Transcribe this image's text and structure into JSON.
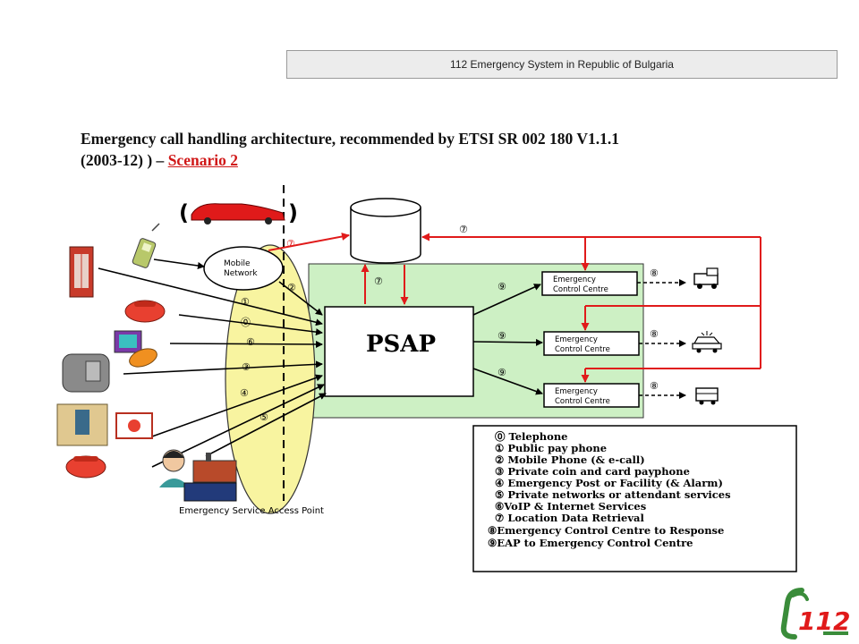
{
  "header": {
    "title": "112 Emergency System in Republic of Bulgaria"
  },
  "slide": {
    "title_part1": "Emergency call handling architecture, recommended by ETSI SR 002 180 V1.1.1",
    "title_part2": "(2003-12) ) – ",
    "title_link": "Scenario 2"
  },
  "diagram": {
    "mobile_network_line1": "Mobile",
    "mobile_network_line2": "Network",
    "psap_label": "PSAP",
    "ecc_line1": "Emergency",
    "ecc_line2": "Control Centre",
    "esap_label": "Emergency Service Access Point",
    "ellipse_markers": [
      "①",
      "⓪",
      "⑥",
      "③",
      "④",
      "⑤"
    ],
    "mobile_marker": "②",
    "location_marker": "⑦",
    "eap_marker": "⑨",
    "response_marker": "⑧"
  },
  "legend": {
    "items": [
      "⓪ Telephone",
      "① Public pay phone",
      "② Mobile Phone (& e-call)",
      "③ Private coin and card payphone",
      "④ Emergency Post or Facility (& Alarm)",
      "⑤ Private networks or attendant services",
      "⑥VoIP & Internet Services",
      "⑦ Location Data Retrieval",
      "⑧Emergency Control Centre to Response",
      "⑨EAP to Emergency Control Centre"
    ]
  },
  "logo": {
    "text": "112"
  },
  "colors": {
    "red": "#e01a1a",
    "green_area": "#cdf0c4",
    "ellipse": "#f8f4a0",
    "logo_green": "#3a8c3a"
  }
}
